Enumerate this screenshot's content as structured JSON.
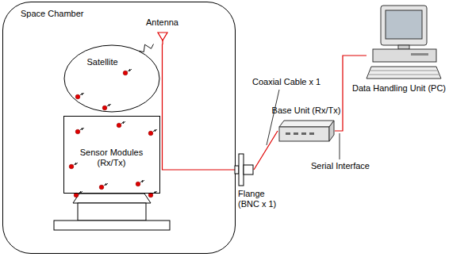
{
  "diagram": {
    "nodes": [
      {
        "text": [
          "Space Chamber"
        ]
      },
      {
        "text": [
          "Satellite"
        ],
        "in": 0
      },
      {
        "text": [
          "Sensor Modules (Rx/Tx)"
        ],
        "in": 0
      },
      {
        "text": [
          "Antenna"
        ],
        "in": 0
      },
      {
        "text": [
          "Flange (BNC x 1)"
        ]
      },
      {
        "text": [
          "Base Unit (Rx/Tx)"
        ]
      },
      {
        "text": [
          "Data Handling Unit (PC)"
        ]
      }
    ],
    "edges": [
      {
        "from": 1,
        "to": 3,
        "arrow": "none"
      },
      {
        "from": 3,
        "to": 4,
        "arrow": "none"
      },
      {
        "from": 4,
        "to": 5,
        "label": "Coaxial Cable x 1",
        "arrow": "none"
      },
      {
        "from": 5,
        "to": 6,
        "label": "Serial Interface",
        "arrow": "none"
      }
    ]
  }
}
